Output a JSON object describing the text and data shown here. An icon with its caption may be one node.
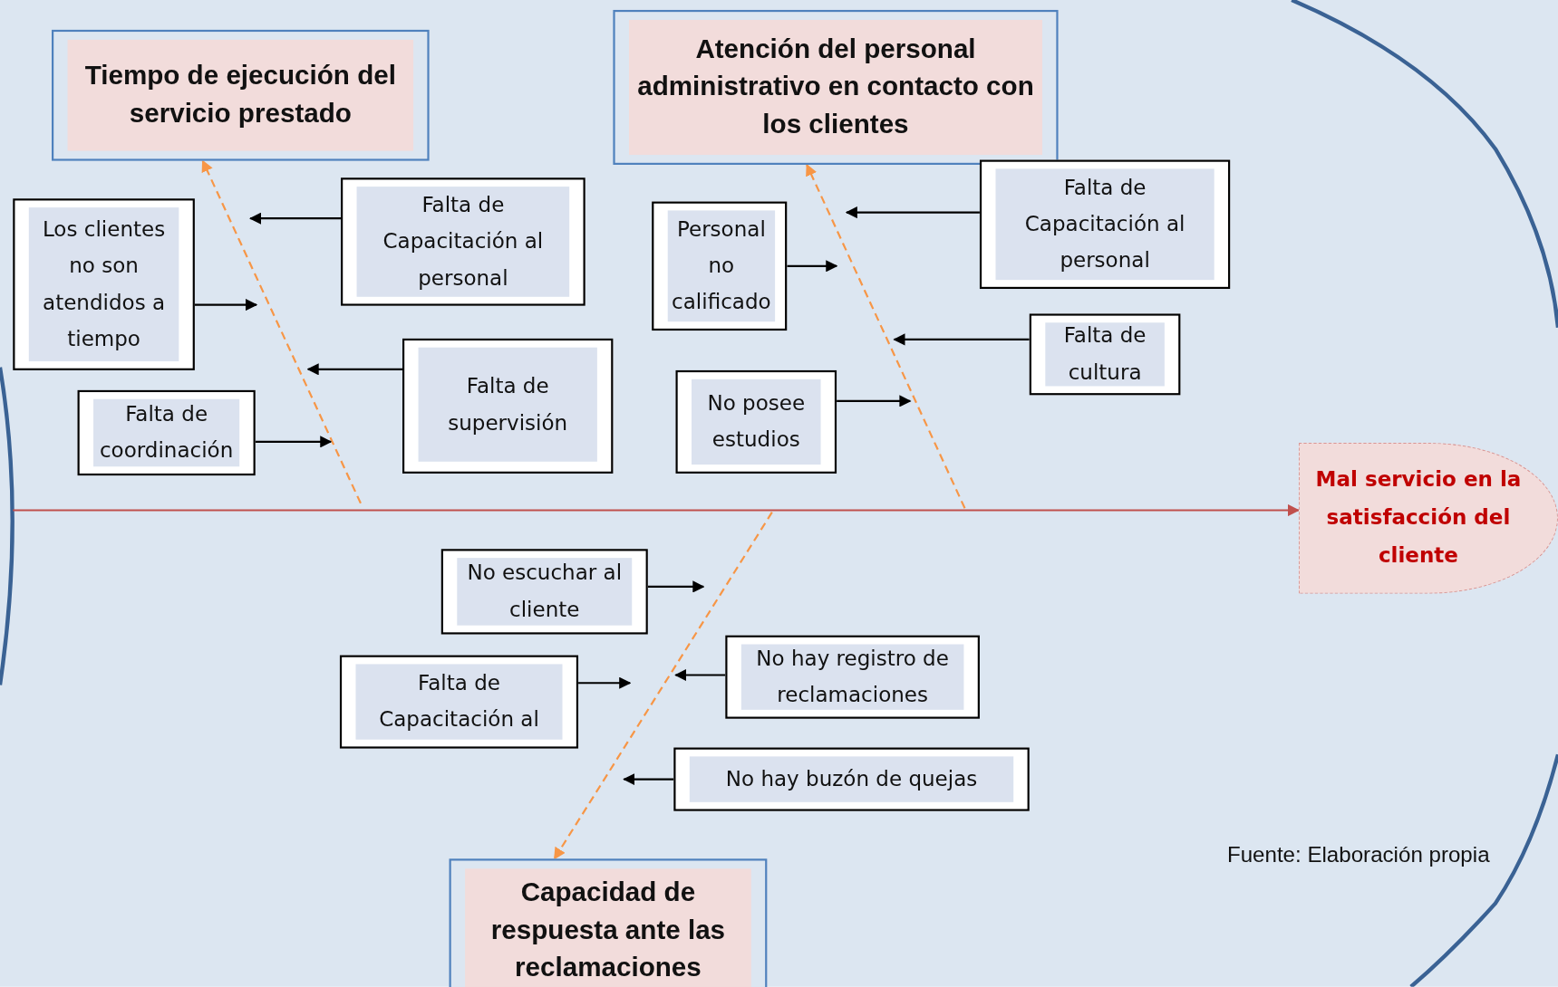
{
  "diagram": {
    "nodes": [
      {
        "text": [
          "Tiempo de ejecución del servicio prestado"
        ]
      },
      {
        "text": [
          "Atención del personal administrativo en contacto con los clientes"
        ]
      },
      {
        "text": [
          "Capacidad de respuesta ante las reclamaciones"
        ]
      },
      {
        "text": [
          "Mal servicio en la satisfacción del cliente"
        ]
      },
      {
        "text": [
          "Los clientes no son atendidos a tiempo"
        ]
      },
      {
        "text": [
          "Falta de Capacitación al personal"
        ]
      },
      {
        "text": [
          "Falta de supervisión"
        ]
      },
      {
        "text": [
          "Falta de coordinación"
        ]
      },
      {
        "text": [
          "Personal no calificado"
        ]
      },
      {
        "text": [
          "Falta de Capacitación al personal"
        ]
      },
      {
        "text": [
          "Falta de cultura"
        ]
      },
      {
        "text": [
          "No posee estudios"
        ]
      },
      {
        "text": [
          "No escuchar al cliente"
        ]
      },
      {
        "text": [
          "Falta de Capacitación al"
        ]
      },
      {
        "text": [
          "No hay registro de reclamaciones"
        ]
      },
      {
        "text": [
          "No hay buzón de quejas"
        ]
      }
    ],
    "edges": [
      {
        "from": null,
        "to": 3,
        "arrow": "to",
        "color": "#c0504d"
      },
      {
        "from": null,
        "to": 0,
        "arrow": "to",
        "style": "dashed",
        "color": "#f79646"
      },
      {
        "from": null,
        "to": 1,
        "arrow": "to",
        "style": "dashed",
        "color": "#f79646"
      },
      {
        "from": null,
        "to": 2,
        "arrow": "to",
        "style": "dashed",
        "color": "#f79646"
      },
      {
        "from": 4,
        "to": null,
        "arrow": "to"
      },
      {
        "from": 5,
        "to": null,
        "arrow": "to"
      },
      {
        "from": 6,
        "to": null,
        "arrow": "to"
      },
      {
        "from": 7,
        "to": null,
        "arrow": "to"
      },
      {
        "from": 8,
        "to": null,
        "arrow": "to"
      },
      {
        "from": 9,
        "to": null,
        "arrow": "to"
      },
      {
        "from": 10,
        "to": null,
        "arrow": "to"
      },
      {
        "from": 11,
        "to": null,
        "arrow": "to"
      },
      {
        "from": 12,
        "to": null,
        "arrow": "to"
      },
      {
        "from": 13,
        "to": null,
        "arrow": "to"
      },
      {
        "from": 14,
        "to": null,
        "arrow": "to"
      },
      {
        "from": 15,
        "to": null,
        "arrow": "to"
      }
    ],
    "labels": [
      "Fuente: Elaboración propia"
    ]
  }
}
